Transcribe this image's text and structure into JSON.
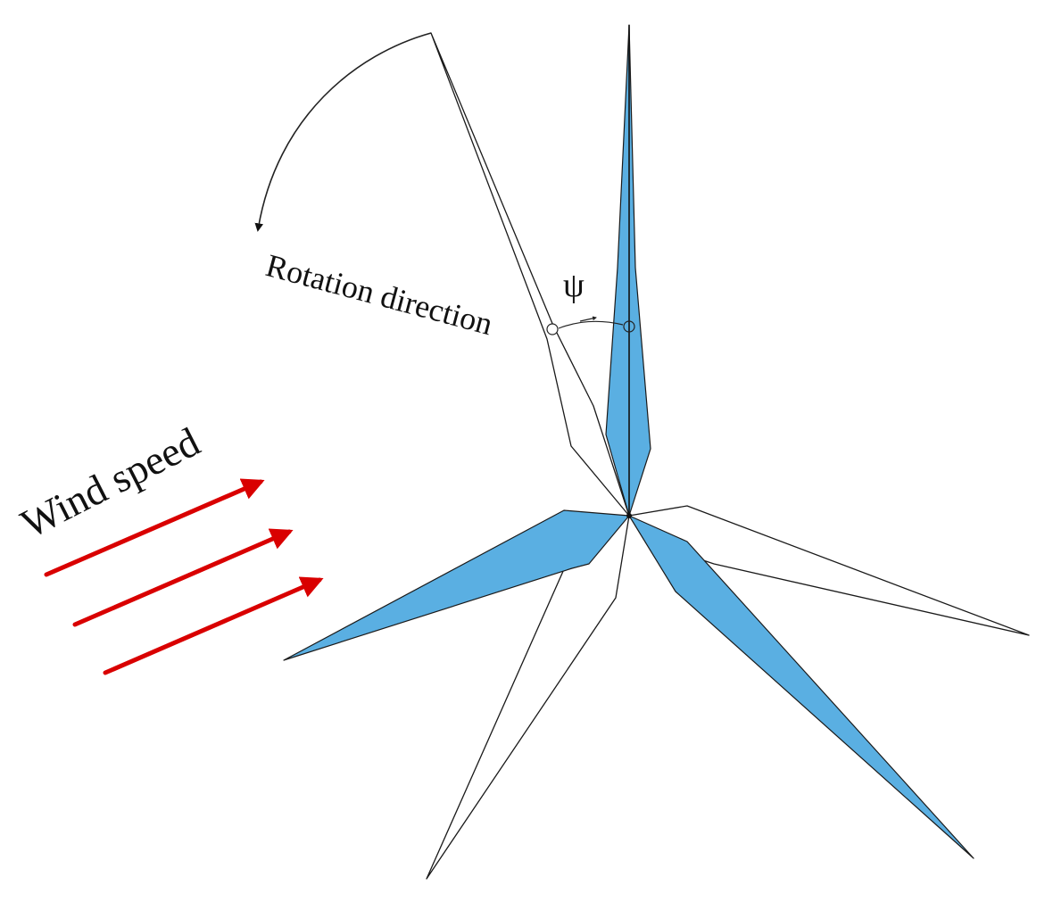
{
  "labels": {
    "rotation": "Rotation direction",
    "wind": "Wind speed",
    "angle_symbol": "ψ"
  },
  "colors": {
    "blade_fill": "#5aafe2",
    "blade_stroke": "#1a1a1a",
    "outline_stroke": "#1a1a1a",
    "wind_arrow": "#d90000",
    "rotation_arrow": "#222222",
    "background": "#ffffff"
  }
}
